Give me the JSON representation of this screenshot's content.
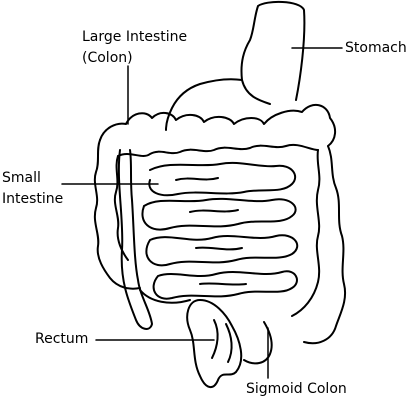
{
  "labels": {
    "stomach": "Stomach",
    "large_intestine_line1": "Large Intestine",
    "large_intestine_line2": "(Colon)",
    "small_intestine_line1": "Small",
    "small_intestine_line2": "Intestine",
    "rectum": "Rectum",
    "sigmoid_colon": "Sigmoid Colon"
  },
  "colors": {
    "stroke": "#000000",
    "background": "#ffffff"
  }
}
